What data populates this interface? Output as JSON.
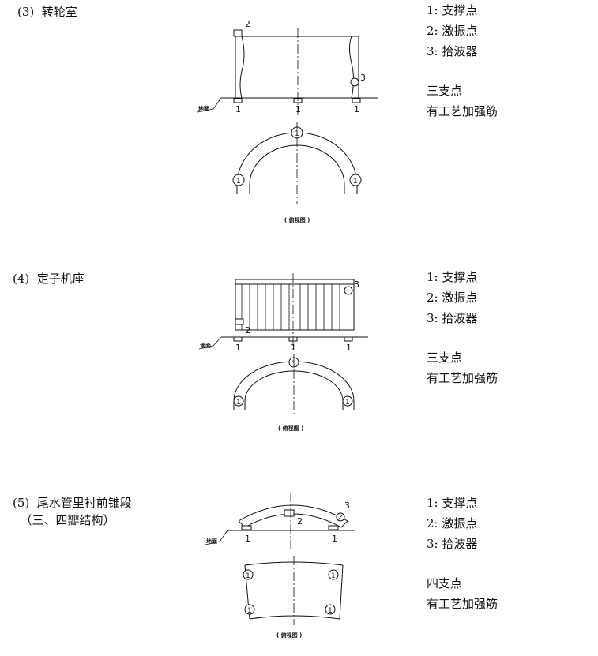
{
  "sections": [
    {
      "title": "(3)  转轮室",
      "legend": [
        "1:  支撑点",
        "2:  激振点",
        "3:  拾波器"
      ],
      "notes": [
        "三支点",
        "有工艺加强筋"
      ],
      "ground_label": "地面",
      "view_label": "( 俯视图 )",
      "marks": {
        "support": "1",
        "exciter": "2",
        "pickup": "3"
      }
    },
    {
      "title": "(4)  定子机座",
      "legend": [
        "1:  支撑点",
        "2:  激振点",
        "3:  拾波器"
      ],
      "notes": [
        "三支点",
        "有工艺加强筋"
      ],
      "ground_label": "地面",
      "view_label": "( 俯视图 )",
      "marks": {
        "support": "1",
        "exciter": "2",
        "pickup": "3"
      }
    },
    {
      "title": "(5)  尾水管里衬前锥段\n  （三、四瓣结构）",
      "legend": [
        "1:  支撑点",
        "2:  激振点",
        "3:  拾波器"
      ],
      "notes": [
        "四支点",
        "有工艺加强筋"
      ],
      "ground_label": "地面",
      "view_label": "( 俯视图 )",
      "marks": {
        "support": "1",
        "exciter": "2",
        "pickup": "3"
      }
    }
  ]
}
